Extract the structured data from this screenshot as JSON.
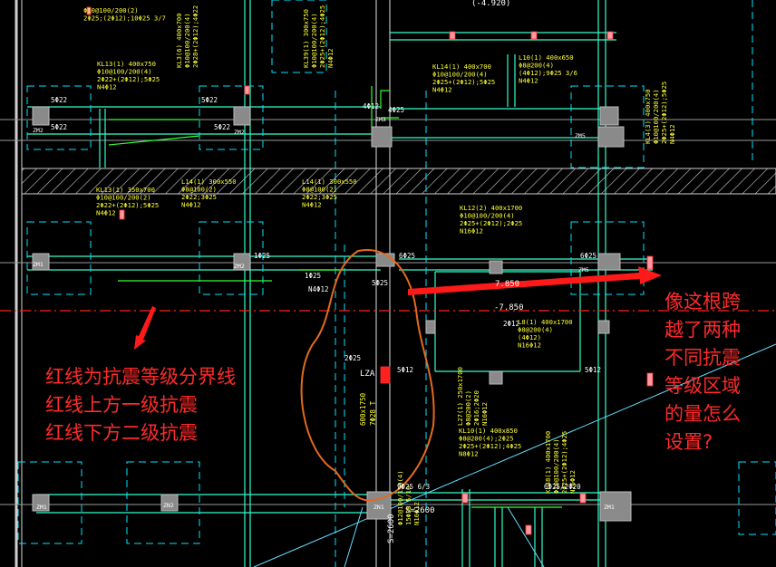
{
  "drawing": {
    "colors": {
      "background": "#000000",
      "beam_annotation": "#ffff33",
      "cad_lines": "#33ffcc",
      "dashed_lines": "#00e5ff",
      "columns": "#8a8a8a",
      "red_boundary": "#ff2020",
      "annotation_text": "#ff2a2a",
      "orange_outline": "#e46a1e",
      "green_lines": "#33ff33",
      "white": "#ffffff",
      "magenta": "#ff66ff"
    },
    "columns": [
      {
        "label": "ZM2"
      },
      {
        "label": "ZM2"
      },
      {
        "label": "ZM1"
      },
      {
        "label": "ZM2"
      },
      {
        "label": "ZM3"
      },
      {
        "label": "ZM5"
      },
      {
        "label": "ZM1"
      },
      {
        "label": "ZN1"
      },
      {
        "label": "ZN2"
      },
      {
        "label": "ZM5"
      },
      {
        "label": "ZM1"
      }
    ],
    "beam_labels": [
      {
        "lines": [
          "Φ10@100/200(2)",
          "2Φ25;(2Φ12);10Φ25 3/7"
        ]
      },
      {
        "lines": [
          "KL3(6) 400x700",
          "Φ10@100/200(4)",
          "2Φ28+(2Φ12);4Φ22"
        ]
      },
      {
        "lines": [
          "KL39(1) 300x750",
          "Φ10@100/200(4)",
          "2Φ25+(2Φ12);4Φ25",
          "N4Φ12"
        ]
      },
      {
        "lines": [
          "KL13(1) 400x750",
          "Φ10@100/200(4)",
          "2Φ22+(2Φ12);5Φ25",
          "N4Φ12"
        ]
      },
      {
        "lines": [
          "KL14(1) 400x700",
          "Φ10@100/200(4)",
          "2Φ25+(2Φ12);5Φ25",
          "N4Φ12"
        ]
      },
      {
        "lines": [
          "L10(1) 400x650",
          "Φ8@200(4)",
          "(4Φ12);9Φ25 3/6",
          "N4Φ12"
        ]
      },
      {
        "lines": [
          "KL4(3) 400x750",
          "Φ10@100/200(4)",
          "2Φ25+(2Φ12);5Φ25",
          "N4Φ12"
        ]
      },
      {
        "lines": [
          "KL13(1) 350x700",
          "Φ10@100/200(2)",
          "2Φ22+(2Φ12);5Φ25",
          "N4Φ12"
        ]
      },
      {
        "lines": [
          "L14(1) 300x550",
          "Φ8@100(2)",
          "2Φ22;3Φ25",
          "N4Φ12"
        ]
      },
      {
        "lines": [
          "L14(1) 300x550",
          "Φ8@100(2)",
          "2Φ22;3Φ25",
          "N4Φ12"
        ]
      },
      {
        "lines": [
          "KL12(2) 400x1700",
          "Φ10@100/200(4)",
          "2Φ25+(2Φ12);2Φ25",
          "N16Φ12"
        ]
      },
      {
        "lines": [
          "L8(1) 400x1700",
          "Φ8@200(4)",
          "(4Φ12)",
          "N16Φ12"
        ]
      },
      {
        "lines": [
          "L27(1) 250x1700",
          "Φ8@200(2)",
          "2Φ16;2Φ20",
          "N16Φ12"
        ]
      },
      {
        "lines": [
          "KL10(1) 400x850",
          "Φ8@200(4);2Φ25",
          "2Φ25+(2Φ12);4Φ25",
          "N8Φ12"
        ]
      },
      {
        "lines": [
          "KL48(1) 400x1700",
          "Φ10@100/200(4)",
          "2Φ25+(2Φ12);4Φ25",
          "N16Φ12"
        ]
      },
      {
        "lines": [
          "Φ12@100/150(4)",
          "15Φ28 5/10",
          "N16Φ12"
        ]
      }
    ],
    "small_labels": [
      "5Φ22",
      "5Φ22",
      "5Φ22",
      "5Φ22",
      "1Φ25",
      "6Φ25",
      "5Φ12",
      "5Φ12",
      "2Φ25",
      "6Φ25",
      "6Φ25/2Φ20",
      "9Φ25 6/3",
      "1Φ25",
      "N4Φ12",
      "4Φ25",
      "4Φ12",
      "5Φ25",
      "2Φ12"
    ],
    "elevations": [
      "7.850",
      "-7.850",
      "(-4.920)",
      "S=2600",
      "S=2600"
    ],
    "element_tag": "LZA",
    "dimension_text": "600x1750",
    "dimension_text_2": "7Φ28 T"
  },
  "notes": {
    "left": [
      "红线为抗震等级分界线",
      "红线上方一级抗震",
      "红线下方二级抗震"
    ],
    "right": [
      "像这根跨",
      "越了两种",
      "不同抗震",
      "等级区域",
      "的量怎么",
      "设置?"
    ]
  }
}
